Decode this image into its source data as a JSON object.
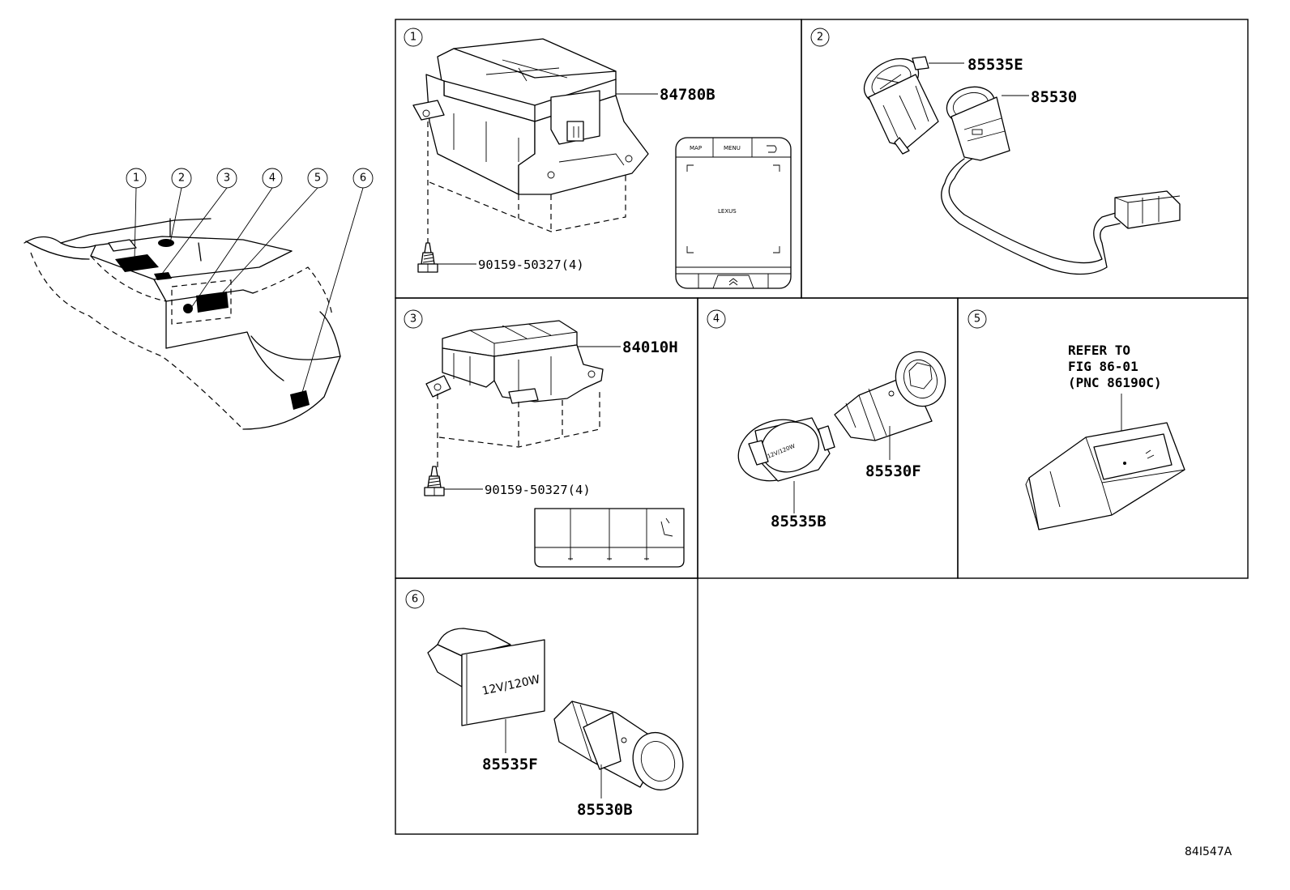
{
  "overview": {
    "callouts": [
      "1",
      "2",
      "3",
      "4",
      "5",
      "6"
    ]
  },
  "panels": {
    "p1": {
      "number": "1",
      "part_main": "84780B",
      "part_screw": "90159-50327(4)",
      "btn_map": "MAP",
      "btn_menu": "MENU",
      "logo": "LEXUS"
    },
    "p2": {
      "number": "2",
      "part_top": "85535E",
      "part_socket": "85530"
    },
    "p3": {
      "number": "3",
      "part_main": "84010H",
      "part_screw": "90159-50327(4)"
    },
    "p4": {
      "number": "4",
      "part_cap": "85535B",
      "part_socket": "85530F",
      "cap_text": "12V/120W"
    },
    "p5": {
      "number": "5",
      "refer_line1": "REFER TO",
      "refer_line2": "FIG 86-01",
      "refer_line3": "(PNC 86190C)"
    },
    "p6": {
      "number": "6",
      "part_cap": "85535F",
      "part_socket": "85530B",
      "cap_text": "12V/120W"
    }
  },
  "figure_code": "84I547A"
}
